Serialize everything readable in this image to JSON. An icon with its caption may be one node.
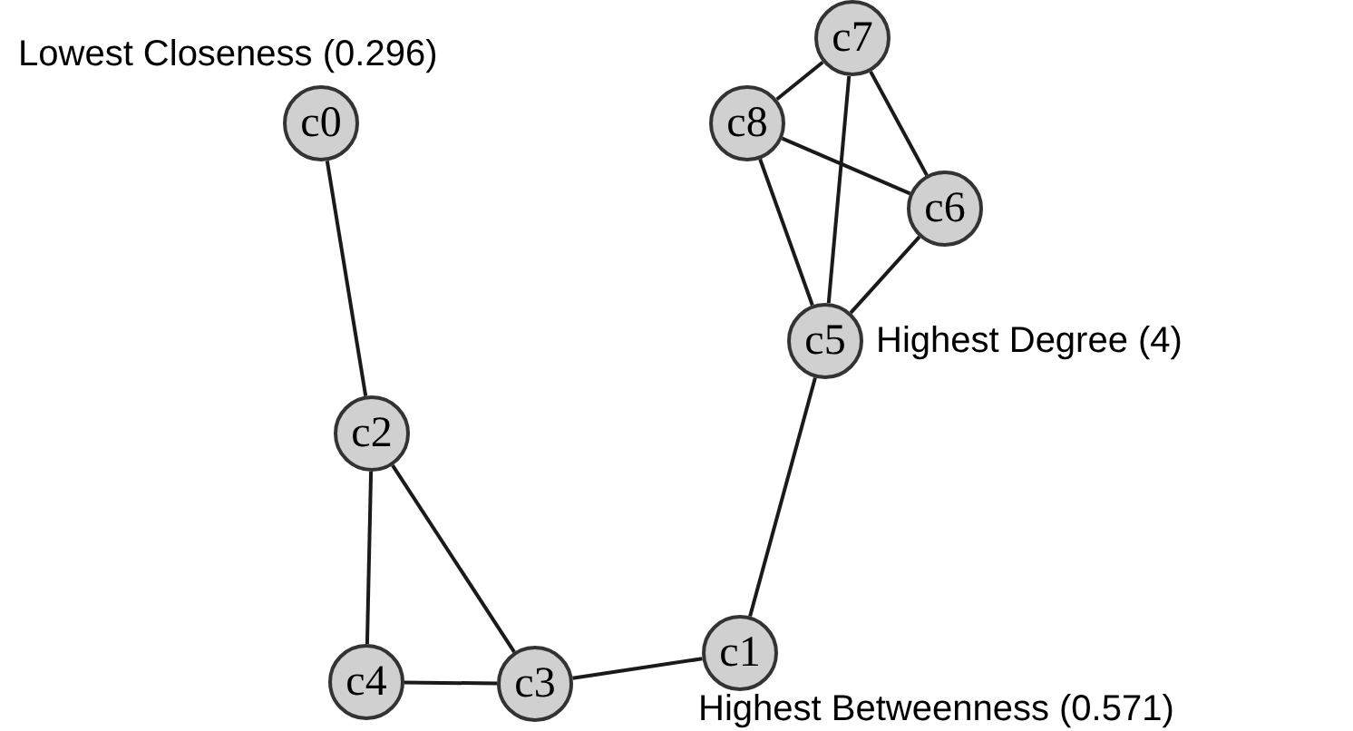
{
  "diagram": {
    "nodes": [
      {
        "text": [
          "c7"
        ]
      },
      {
        "text": [
          "c0"
        ],
        "beside": [
          "Lowest Closeness (0.296)"
        ]
      },
      {
        "text": [
          "c8"
        ]
      },
      {
        "text": [
          "c6"
        ]
      },
      {
        "text": [
          "c5"
        ],
        "beside": [
          "Highest Degree (4)"
        ]
      },
      {
        "text": [
          "c2"
        ]
      },
      {
        "text": [
          "c1"
        ],
        "beside": [
          "Highest Betweenness (0.571)"
        ]
      },
      {
        "text": [
          "c3"
        ]
      },
      {
        "text": [
          "c4"
        ]
      }
    ],
    "edges": [
      {
        "from": 1,
        "to": 5,
        "arrow": "none"
      },
      {
        "from": 5,
        "to": 8,
        "arrow": "none"
      },
      {
        "from": 5,
        "to": 7,
        "arrow": "none"
      },
      {
        "from": 8,
        "to": 7,
        "arrow": "none"
      },
      {
        "from": 7,
        "to": 6,
        "arrow": "none"
      },
      {
        "from": 6,
        "to": 4,
        "arrow": "none"
      },
      {
        "from": 4,
        "to": 2,
        "arrow": "none"
      },
      {
        "from": 4,
        "to": 0,
        "arrow": "none"
      },
      {
        "from": 4,
        "to": 3,
        "arrow": "none"
      },
      {
        "from": 2,
        "to": 0,
        "arrow": "none"
      },
      {
        "from": 2,
        "to": 3,
        "arrow": "none"
      },
      {
        "from": 0,
        "to": 3,
        "arrow": "none"
      }
    ]
  }
}
